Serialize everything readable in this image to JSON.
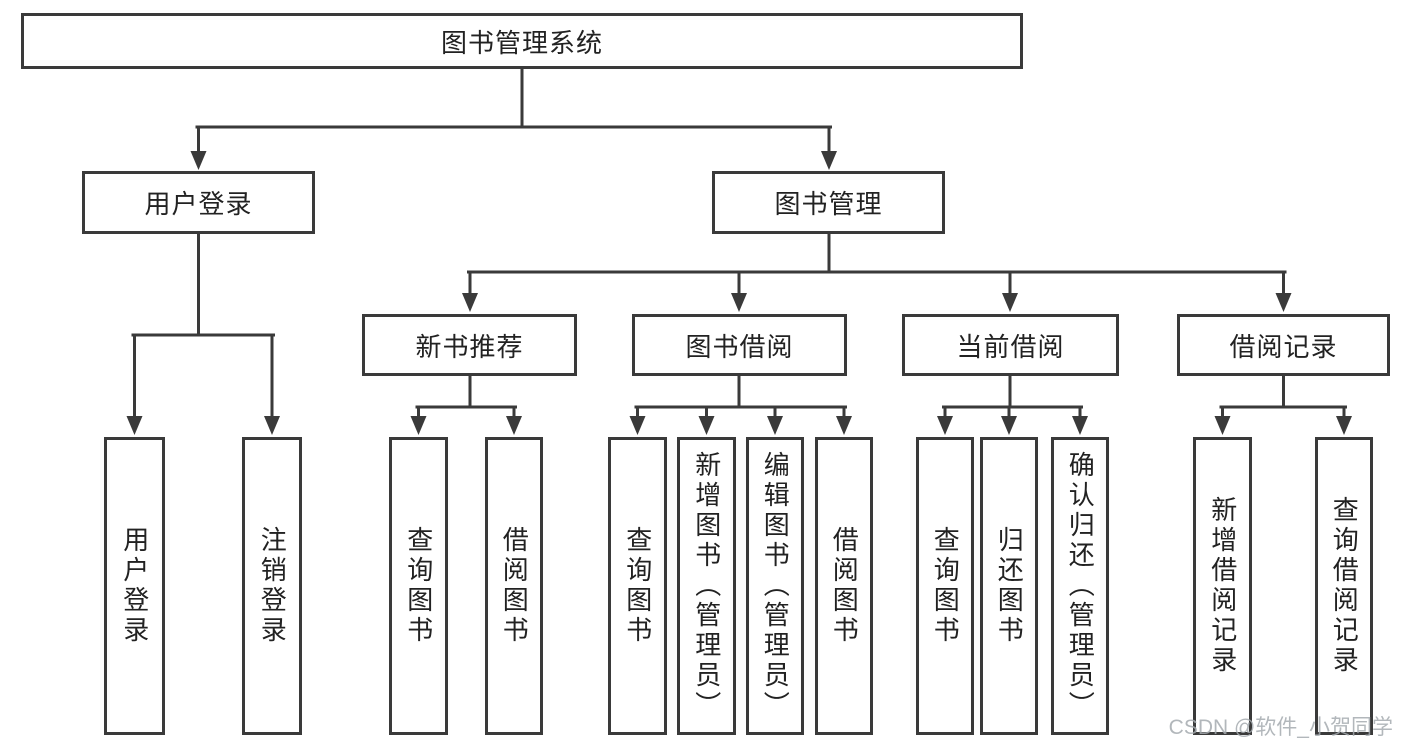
{
  "tree": {
    "root": {
      "label": "图书管理系统"
    },
    "branches": [
      {
        "label": "用户登录",
        "leaves": [
          "用户登录",
          "注销登录"
        ]
      },
      {
        "label": "图书管理",
        "children": [
          {
            "label": "新书推荐",
            "leaves": [
              "查询图书",
              "借阅图书"
            ]
          },
          {
            "label": "图书借阅",
            "leaves": [
              "查询图书",
              "新增图书（管理员）",
              "编辑图书（管理员）",
              "借阅图书"
            ]
          },
          {
            "label": "当前借阅",
            "leaves": [
              "查询图书",
              "归还图书",
              "确认归还（管理员）"
            ]
          },
          {
            "label": "借阅记录",
            "leaves": [
              "新增借阅记录",
              "查询借阅记录"
            ]
          }
        ]
      }
    ]
  },
  "watermark": {
    "text": "CSDN @软件_小贺同学"
  },
  "colors": {
    "line": "#3a3a3a",
    "box_border": "#3a3a3a",
    "text": "#222222",
    "watermark": "#a5aaaf",
    "background": "#ffffff"
  }
}
